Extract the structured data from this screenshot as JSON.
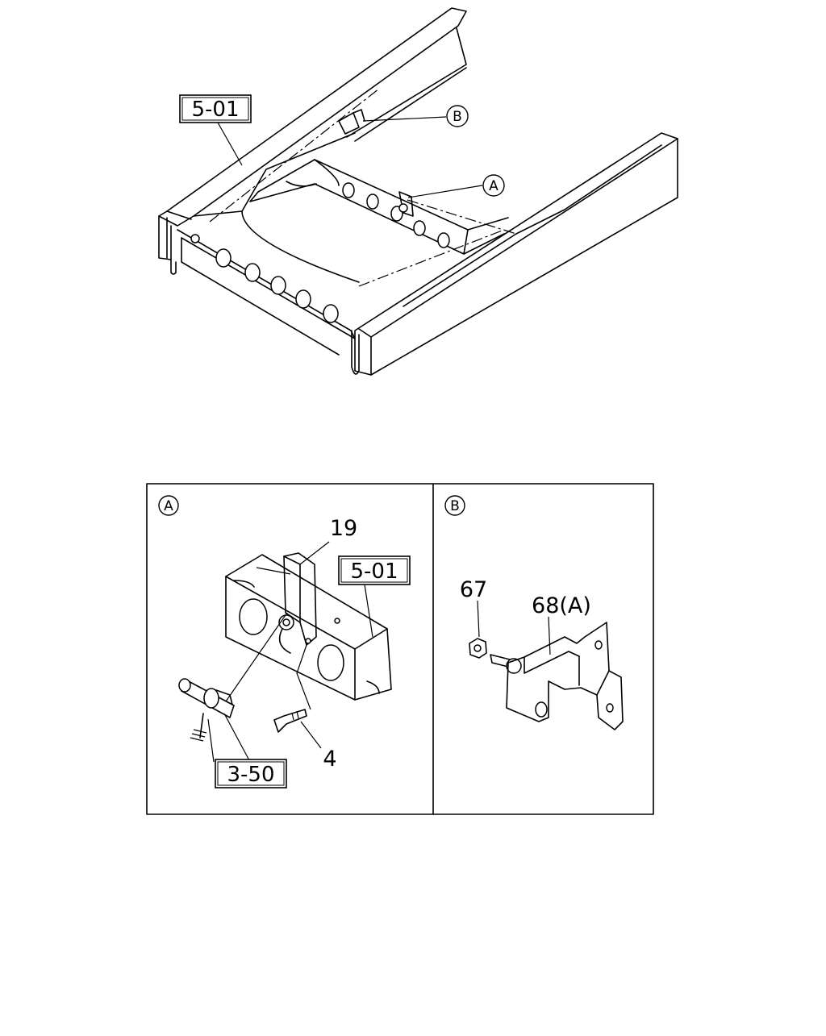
{
  "overview": {
    "callout_frame_ref": "5-01",
    "callout_A": "A",
    "callout_B": "B"
  },
  "panel_A": {
    "letter": "A",
    "labels": {
      "part_19": "19",
      "part_4": "4",
      "ref_frame": "5-01",
      "ref_pin": "3-50"
    }
  },
  "panel_B": {
    "letter": "B",
    "labels": {
      "part_67": "67",
      "part_68": "68(A)"
    }
  }
}
